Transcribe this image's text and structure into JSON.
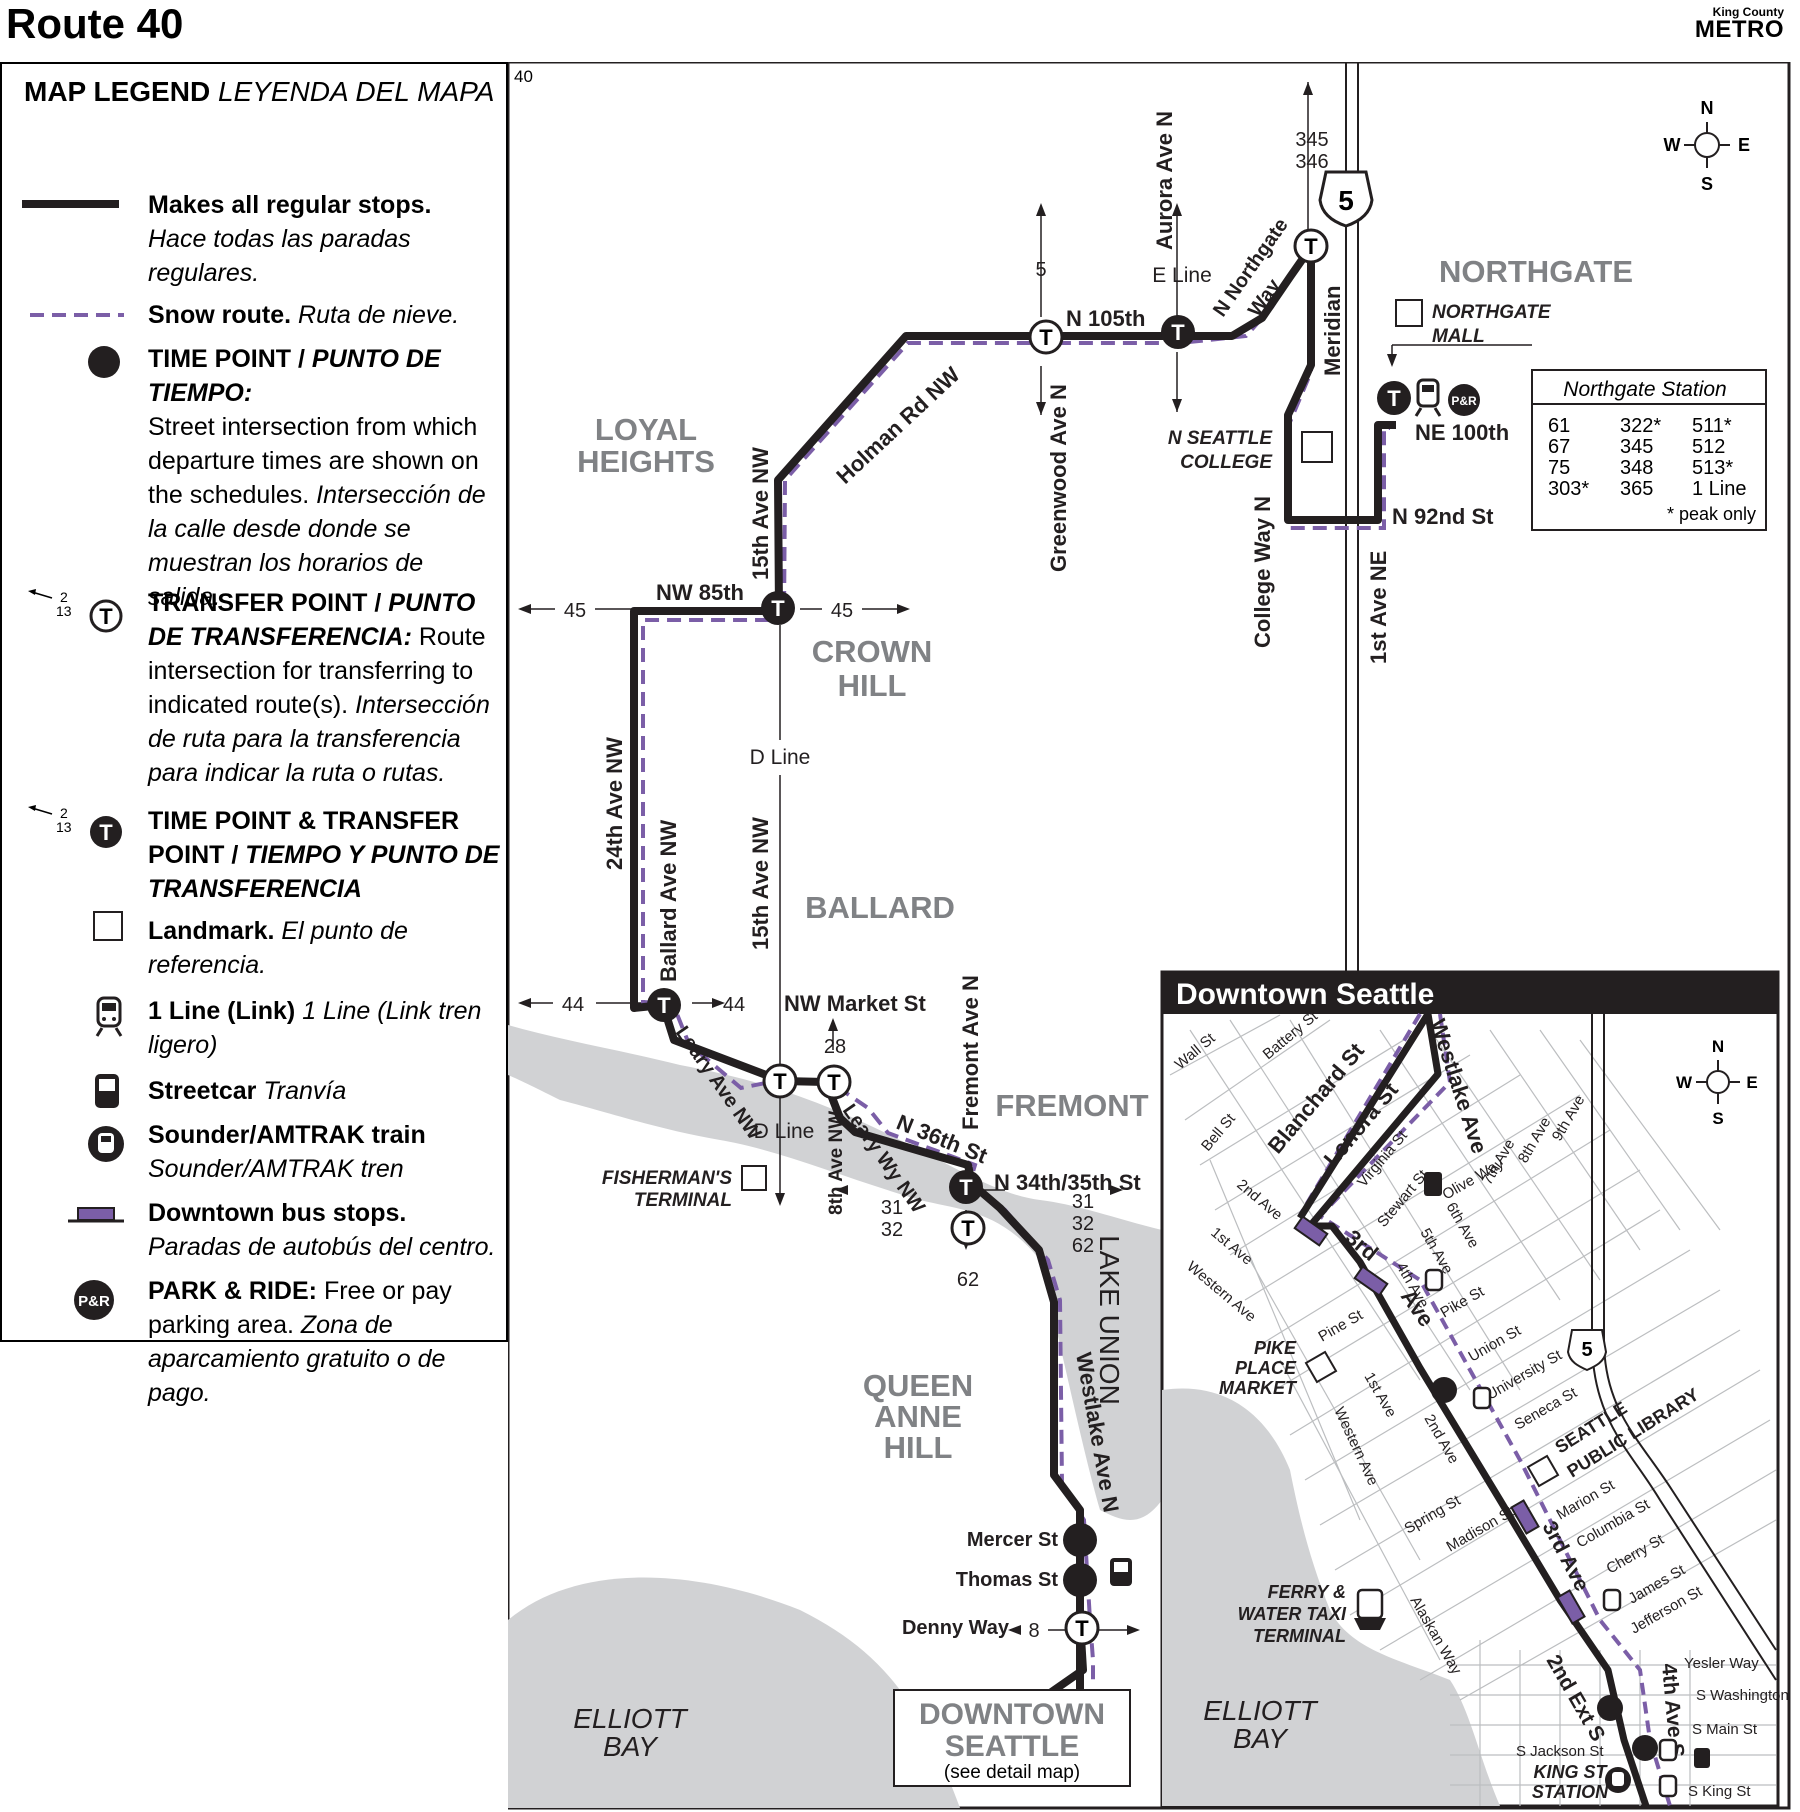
{
  "header": {
    "title": "Route 40",
    "agency_small": "King County",
    "agency_big": "METRO"
  },
  "legend": {
    "title": "MAP LEGEND",
    "title_es": "LEYENDA DEL MAPA",
    "items": [
      {
        "label": "Makes all regular stops.",
        "es": "Hace todas las paradas regulares."
      },
      {
        "label": "Snow route.",
        "es": "Ruta de nieve."
      },
      {
        "label": "TIME POINT / ",
        "label_es": "PUNTO DE TIEMPO:",
        "desc": "Street intersection from which departure times are shown on the schedules.",
        "es": "Intersección de la calle desde donde se muestran los horarios de salida."
      },
      {
        "label": "TRANSFER POINT / ",
        "label_es": "PUNTO DE TRANSFERENCIA:",
        "desc": "Route intersection for transferring to indicated route(s).",
        "es": "Intersección de ruta para la transferencia para indicar la ruta o rutas."
      },
      {
        "label": "TIME POINT & TRANSFER POINT / ",
        "label_es": "TIEMPO Y PUNTO DE TRANSFERENCIA"
      },
      {
        "label": "Landmark.",
        "es": "El punto de referencia."
      },
      {
        "label": "1 Line (Link)",
        "es": "1 Line (Link tren ligero)"
      },
      {
        "label": "Streetcar",
        "es": "Tranvía"
      },
      {
        "label": "Sounder/AMTRAK train",
        "es": "Sounder/AMTRAK tren"
      },
      {
        "label": "Downtown bus stops.",
        "es": "Paradas de autobús del centro."
      },
      {
        "label": "PARK & RIDE:",
        "desc": "Free or pay parking area.",
        "es": "Zona de aparcamiento gratuito o de pago."
      }
    ],
    "sample_route_top": "2",
    "sample_route_bottom": "13",
    "pr_badge": "P&R",
    "t_glyph": "T"
  },
  "map": {
    "page_number": "40",
    "compass": {
      "n": "N",
      "s": "S",
      "e": "E",
      "w": "W"
    },
    "neighborhoods": [
      "LOYAL",
      "HEIGHTS",
      "CROWN",
      "HILL",
      "BALLARD",
      "FREMONT",
      "QUEEN",
      "ANNE",
      "HILL",
      "NORTHGATE"
    ],
    "water": [
      "ELLIOTT",
      "BAY",
      "LAKE UNION"
    ],
    "streets": {
      "aurora": "Aurora Ave N",
      "e_line": "E Line",
      "n_northgate_1": "N Northgate",
      "n_northgate_2": "Way",
      "meridian": "Meridian",
      "n105": "N 105th",
      "holman": "Holman Rd NW",
      "greenwood": "Greenwood Ave N",
      "fifteenth": "15th Ave NW",
      "nw85": "NW 85th",
      "twentyfourth": "24th Ave NW",
      "ballard_ave": "Ballard Ave NW",
      "d_line": "D Line",
      "nw_market": "NW Market St",
      "leary_ave": "Leary Ave NW",
      "leary_wy": "Leary Wy NW",
      "eighth": "8th Ave NW",
      "n36": "N 36th St",
      "fremont_ave": "Fremont Ave N",
      "n34": "N 34th/35th St",
      "westlake": "Westlake Ave N",
      "mercer": "Mercer St",
      "thomas": "Thomas St",
      "denny": "Denny Way",
      "college_way": "College Way N",
      "first_ne": "1st Ave NE",
      "ne100": "NE 100th",
      "n92": "N 92nd St",
      "i5": "5"
    },
    "landmarks": {
      "northgate_mall_1": "NORTHGATE",
      "northgate_mall_2": "MALL",
      "nsc_1": "N SEATTLE",
      "nsc_2": "COLLEGE",
      "fisherman_1": "FISHERMAN'S",
      "fisherman_2": "TERMINAL"
    },
    "routes": {
      "r345": "345",
      "r346": "346",
      "r5": "5",
      "r45a": "45",
      "r45b": "45",
      "r44a": "44",
      "r44b": "44",
      "r28": "28",
      "r31a": "31",
      "r32a": "32",
      "r31b": "31",
      "r32b": "32",
      "r62a": "62",
      "r62b": "62",
      "r8": "8"
    },
    "northgate_station": {
      "title": "Northgate Station",
      "col1": [
        "61",
        "67",
        "75",
        "303*"
      ],
      "col2": [
        "322*",
        "345",
        "348",
        "365"
      ],
      "col3": [
        "511*",
        "512",
        "513*",
        "1 Line"
      ],
      "note": "* peak only"
    },
    "downtown_box": {
      "title": "DOWNTOWN",
      "title2": "SEATTLE",
      "sub": "(see detail map)"
    }
  },
  "inset": {
    "title": "Downtown Seattle",
    "streets": {
      "wall": "Wall St",
      "battery": "Battery St",
      "bell": "Bell St",
      "blanchard": "Blanchard St",
      "lenora": "Lenora St",
      "westlake": "Westlake Ave",
      "virginia": "Virginia St",
      "stewart": "Stewart St",
      "olive": "Olive Way",
      "seventh": "7th Ave",
      "eighth": "8th Ave",
      "ninth": "9th Ave",
      "second": "2nd Ave",
      "first": "1st Ave",
      "western": "Western Ave",
      "third": "3rd",
      "ave": "Ave",
      "fourth": "4th Ave",
      "fifth": "5th Ave",
      "sixth": "6th Ave",
      "pine": "Pine St",
      "pike": "Pike St",
      "union": "Union St",
      "university": "University St",
      "seneca": "Seneca St",
      "first2": "1st Ave",
      "second2": "2nd Ave",
      "western2": "Western Ave",
      "spring": "Spring St",
      "madison": "Madison St",
      "marion": "Marion St",
      "columbia": "Columbia St",
      "cherry": "Cherry St",
      "james": "James St",
      "jefferson": "Jefferson St",
      "third_ave": "3rd Ave",
      "alaskan": "Alaskan Way",
      "yesler": "Yesler Way",
      "s_washington": "S Washington",
      "s_main": "S Main St",
      "s_jackson": "S Jackson St",
      "s_king": "S King St",
      "second_ext": "2nd Ext S",
      "fourth_s": "4th Ave S",
      "i5": "5"
    },
    "landmarks": {
      "pike_1": "PIKE",
      "pike_2": "PLACE",
      "pike_3": "MARKET",
      "spl_1": "SEATTLE",
      "spl_2": "PUBLIC LIBRARY",
      "ferry_1": "FERRY &",
      "ferry_2": "WATER TAXI",
      "ferry_3": "TERMINAL",
      "ks_1": "KING ST",
      "ks_2": "STATION"
    },
    "water": [
      "ELLIOTT",
      "BAY"
    ]
  },
  "colors": {
    "route": "#231f20",
    "snow": "#7b5ea7",
    "water": "#d1d2d4",
    "stop": "#7b5ea7"
  }
}
